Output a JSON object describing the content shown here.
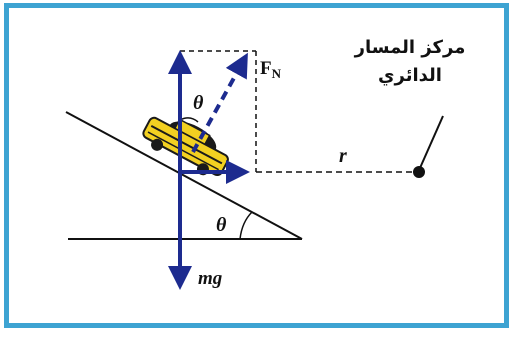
{
  "labels": {
    "normal_force_main": "F",
    "normal_force_sub": "N",
    "angle_upper": "θ",
    "angle_base": "θ",
    "radius": "r",
    "weight": "mg",
    "center_line1": "مركز المسار",
    "center_line2": "الدائري"
  },
  "colors": {
    "frame": "#3da3d2",
    "force_arrow": "#1d2b8f",
    "lines": "#111111",
    "car_body": "#f2d021",
    "car_outline": "#1a1a1a"
  },
  "icons": {
    "car": "car-icon",
    "center_point": "center-dot-icon"
  }
}
